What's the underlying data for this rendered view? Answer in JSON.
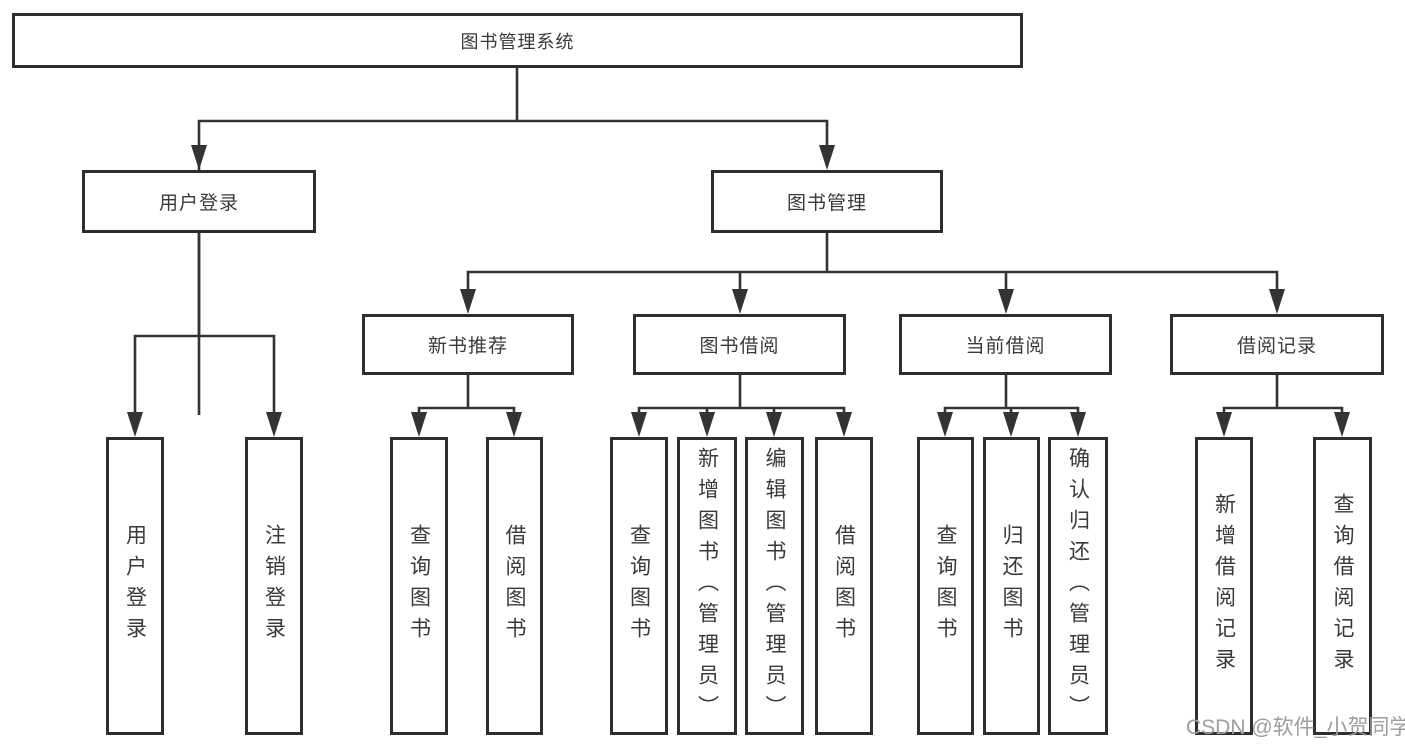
{
  "root": {
    "label": "图书管理系统"
  },
  "level2": [
    {
      "label": "用户登录"
    },
    {
      "label": "图书管理"
    }
  ],
  "level3": [
    {
      "label": "新书推荐"
    },
    {
      "label": "图书借阅"
    },
    {
      "label": "当前借阅"
    },
    {
      "label": "借阅记录"
    }
  ],
  "leaves": {
    "user_login": [
      {
        "label": "用户登录"
      },
      {
        "label": "注销登录"
      }
    ],
    "new_book_recommend": [
      {
        "label": "查询图书"
      },
      {
        "label": "借阅图书"
      }
    ],
    "book_borrow": [
      {
        "label": "查询图书"
      },
      {
        "label": "新增图书（管理员）"
      },
      {
        "label": "编辑图书（管理员）"
      },
      {
        "label": "借阅图书"
      }
    ],
    "current_borrow": [
      {
        "label": "查询图书"
      },
      {
        "label": "归还图书"
      },
      {
        "label": "确认归还（管理员）"
      }
    ],
    "borrow_record": [
      {
        "label": "新增借阅记录"
      },
      {
        "label": "查询借阅记录"
      }
    ]
  },
  "watermark": {
    "label": "CSDN @软件_小贺同学"
  },
  "colors": {
    "line": "#333333",
    "box_border": "#2e2e2e",
    "text": "#3a3a3a",
    "watermark": "#9e9e9e",
    "background": "#ffffff"
  }
}
